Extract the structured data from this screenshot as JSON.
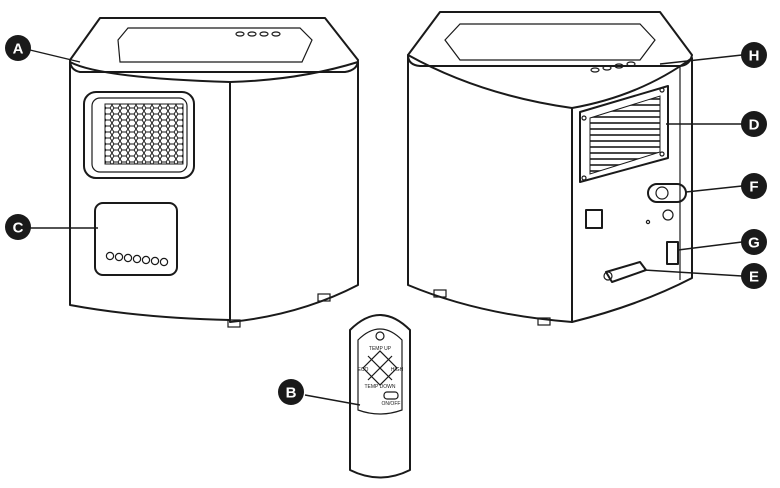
{
  "callouts": [
    {
      "id": "A",
      "label": "A"
    },
    {
      "id": "B",
      "label": "B"
    },
    {
      "id": "C",
      "label": "C"
    },
    {
      "id": "D",
      "label": "D"
    },
    {
      "id": "E",
      "label": "E"
    },
    {
      "id": "F",
      "label": "F"
    },
    {
      "id": "G",
      "label": "G"
    },
    {
      "id": "H",
      "label": "H"
    }
  ],
  "remote": {
    "temp_up": "TEMP UP",
    "temp_down": "TEMP DOWN",
    "left": "ECO",
    "right": "HIGH",
    "timer": "ON/OFF"
  },
  "colors": {
    "line": "#1a1a1a",
    "badge": "#1a1a1a",
    "badge_text": "#ffffff",
    "background": "#ffffff"
  }
}
